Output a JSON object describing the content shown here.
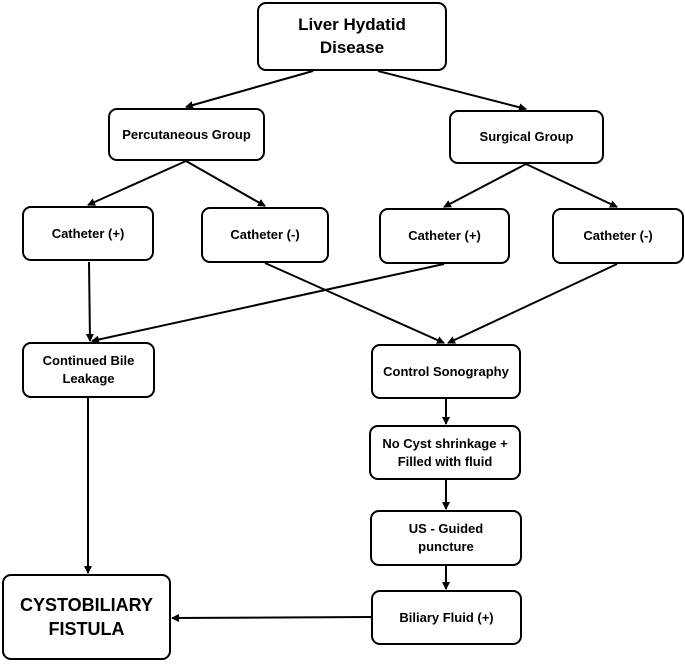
{
  "diagram": {
    "root": "Liver Hydatid\nDisease",
    "percutaneous_group": "Percutaneous Group",
    "surgical_group": "Surgical Group",
    "perc_catheter_pos": "Catheter (+)",
    "perc_catheter_neg": "Catheter (-)",
    "surg_catheter_pos": "Catheter (+)",
    "surg_catheter_neg": "Catheter (-)",
    "continued_bile_leakage": "Continued Bile\nLeakage",
    "control_sonography": "Control Sonography",
    "no_cyst_shrinkage": "No Cyst shrinkage +\nFilled with fluid",
    "us_guided_puncture": "US - Guided\npuncture",
    "biliary_fluid": "Biliary Fluid (+)",
    "cystobiliary_fistula": "CYSTOBILIARY\nFISTULA"
  },
  "colors": {
    "stroke": "#000000",
    "background": "#ffffff"
  }
}
